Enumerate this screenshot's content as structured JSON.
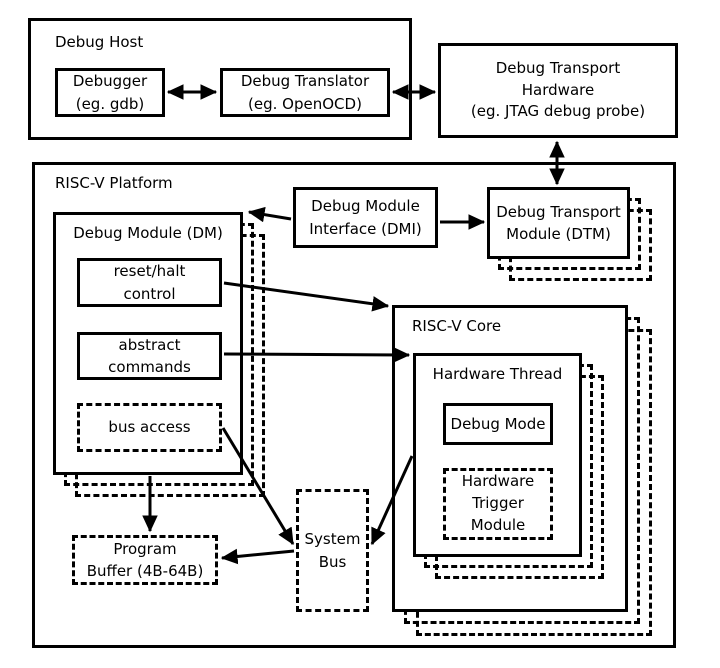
{
  "colors": {
    "line": "#000000",
    "background": "#ffffff"
  },
  "nodes": {
    "debug_host": {
      "label": "Debug Host"
    },
    "debugger": {
      "line1": "Debugger",
      "line2": "(eg. gdb)"
    },
    "debug_translator": {
      "line1": "Debug Translator",
      "line2": "(eg. OpenOCD)"
    },
    "debug_transport_hardware": {
      "line1": "Debug Transport",
      "line2": "Hardware",
      "line3": "(eg. JTAG debug probe)"
    },
    "riscv_platform": {
      "label": "RISC-V Platform"
    },
    "debug_module": {
      "label": "Debug Module (DM)"
    },
    "reset_halt": {
      "line1": "reset/halt",
      "line2": "control"
    },
    "abstract_commands": {
      "line1": "abstract",
      "line2": "commands"
    },
    "bus_access": {
      "label": "bus access"
    },
    "dmi": {
      "line1": "Debug Module",
      "line2": "Interface (DMI)"
    },
    "dtm": {
      "line1": "Debug Transport",
      "line2": "Module (DTM)"
    },
    "riscv_core": {
      "label": "RISC-V Core"
    },
    "hardware_thread": {
      "label": "Hardware Thread"
    },
    "debug_mode": {
      "label": "Debug Mode"
    },
    "hardware_trigger": {
      "line1": "Hardware",
      "line2": "Trigger",
      "line3": "Module"
    },
    "program_buffer": {
      "line1": "Program",
      "line2": "Buffer (4B-64B)"
    },
    "system_bus": {
      "line1": "System",
      "line2": "Bus"
    }
  },
  "edges": [
    {
      "from": "debugger",
      "to": "debug-translator",
      "bidirectional": true,
      "points": [
        168,
        92,
        216,
        92
      ]
    },
    {
      "from": "debug-translator",
      "to": "debug-transport-hardware",
      "bidirectional": true,
      "points": [
        393,
        92,
        435,
        92
      ]
    },
    {
      "from": "debug-transport-hardware",
      "to": "dtm",
      "bidirectional": true,
      "points": [
        557,
        142,
        557,
        184
      ]
    },
    {
      "from": "dmi",
      "to": "debug-module",
      "bidirectional": false,
      "points": [
        291,
        219,
        249,
        212
      ]
    },
    {
      "from": "dmi",
      "to": "dtm",
      "bidirectional": false,
      "points": [
        440,
        222,
        484,
        222
      ]
    },
    {
      "from": "reset-halt-control",
      "to": "riscv-core",
      "bidirectional": false,
      "points": [
        224,
        283,
        388,
        306
      ]
    },
    {
      "from": "abstract-commands",
      "to": "hardware-thread",
      "bidirectional": false,
      "points": [
        224,
        354,
        409,
        355
      ]
    },
    {
      "from": "bus-access",
      "to": "system-bus",
      "bidirectional": false,
      "points": [
        223,
        428,
        293,
        544
      ]
    },
    {
      "from": "system-bus",
      "to": "program-buffer",
      "bidirectional": false,
      "points": [
        294,
        551,
        222,
        558
      ]
    },
    {
      "from": "hardware-thread",
      "to": "system-bus",
      "bidirectional": false,
      "points": [
        412,
        456,
        372,
        544
      ]
    },
    {
      "from": "debug-module",
      "to": "program-buffer",
      "bidirectional": false,
      "points": [
        150,
        476,
        150,
        531
      ]
    }
  ]
}
